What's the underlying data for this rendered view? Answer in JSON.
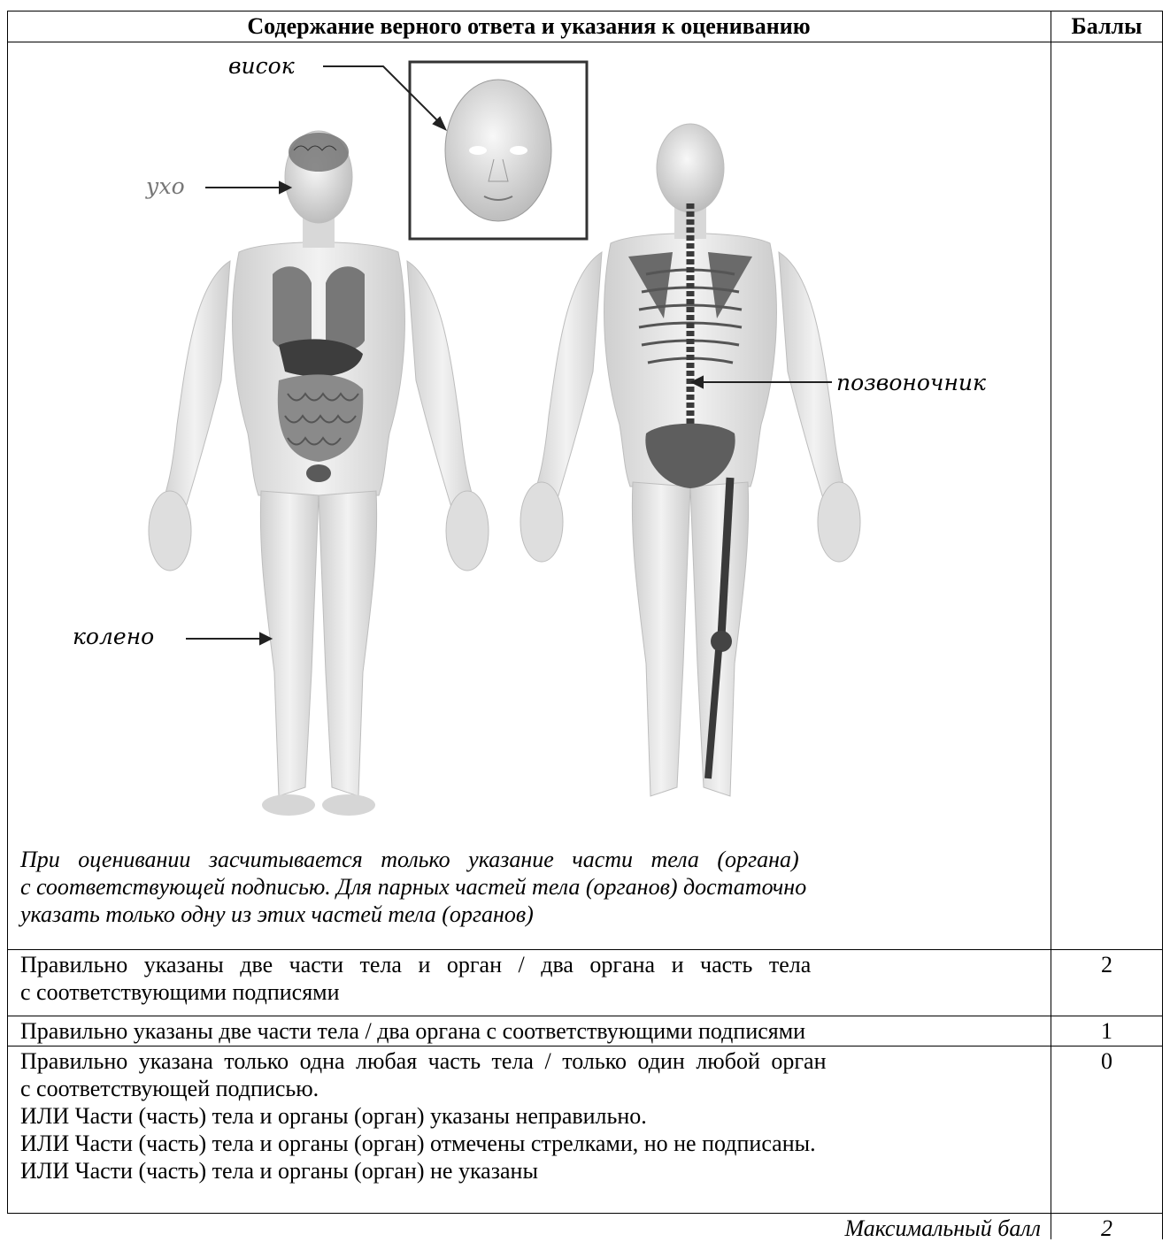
{
  "header": {
    "content_col": "Содержание верного ответа и указания к оцениванию",
    "score_col": "Баллы"
  },
  "figure": {
    "labels": {
      "temple": "висок",
      "ear": "ухо",
      "knee": "колено",
      "spine": "позвоночник"
    },
    "note_lines": [
      "При оценивании засчитывается только указание части тела (органа)",
      "с соответствующей подписью. Для парных частей тела (органов) достаточно",
      "указать только одну из этих частей тела (органов)"
    ]
  },
  "criteria": [
    {
      "lines": [
        "Правильно указаны две части тела и орган / два органа и часть тела",
        "с соответствующими подписями"
      ],
      "score": "2"
    },
    {
      "lines": [
        "Правильно указаны две части тела / два органа с соответствующими подписями"
      ],
      "score": "1"
    },
    {
      "lines": [
        "Правильно указана только одна любая часть тела / только один любой орган",
        "с соответствующей подписью.",
        "ИЛИ Части (часть) тела и органы (орган) указаны неправильно.",
        "ИЛИ Части (часть) тела и органы (орган) отмечены стрелками, но не подписаны.",
        "ИЛИ Части (часть) тела и органы (орган) не указаны"
      ],
      "score": "0"
    }
  ],
  "max_score": {
    "label": "Максимальный балл",
    "value": "2"
  }
}
